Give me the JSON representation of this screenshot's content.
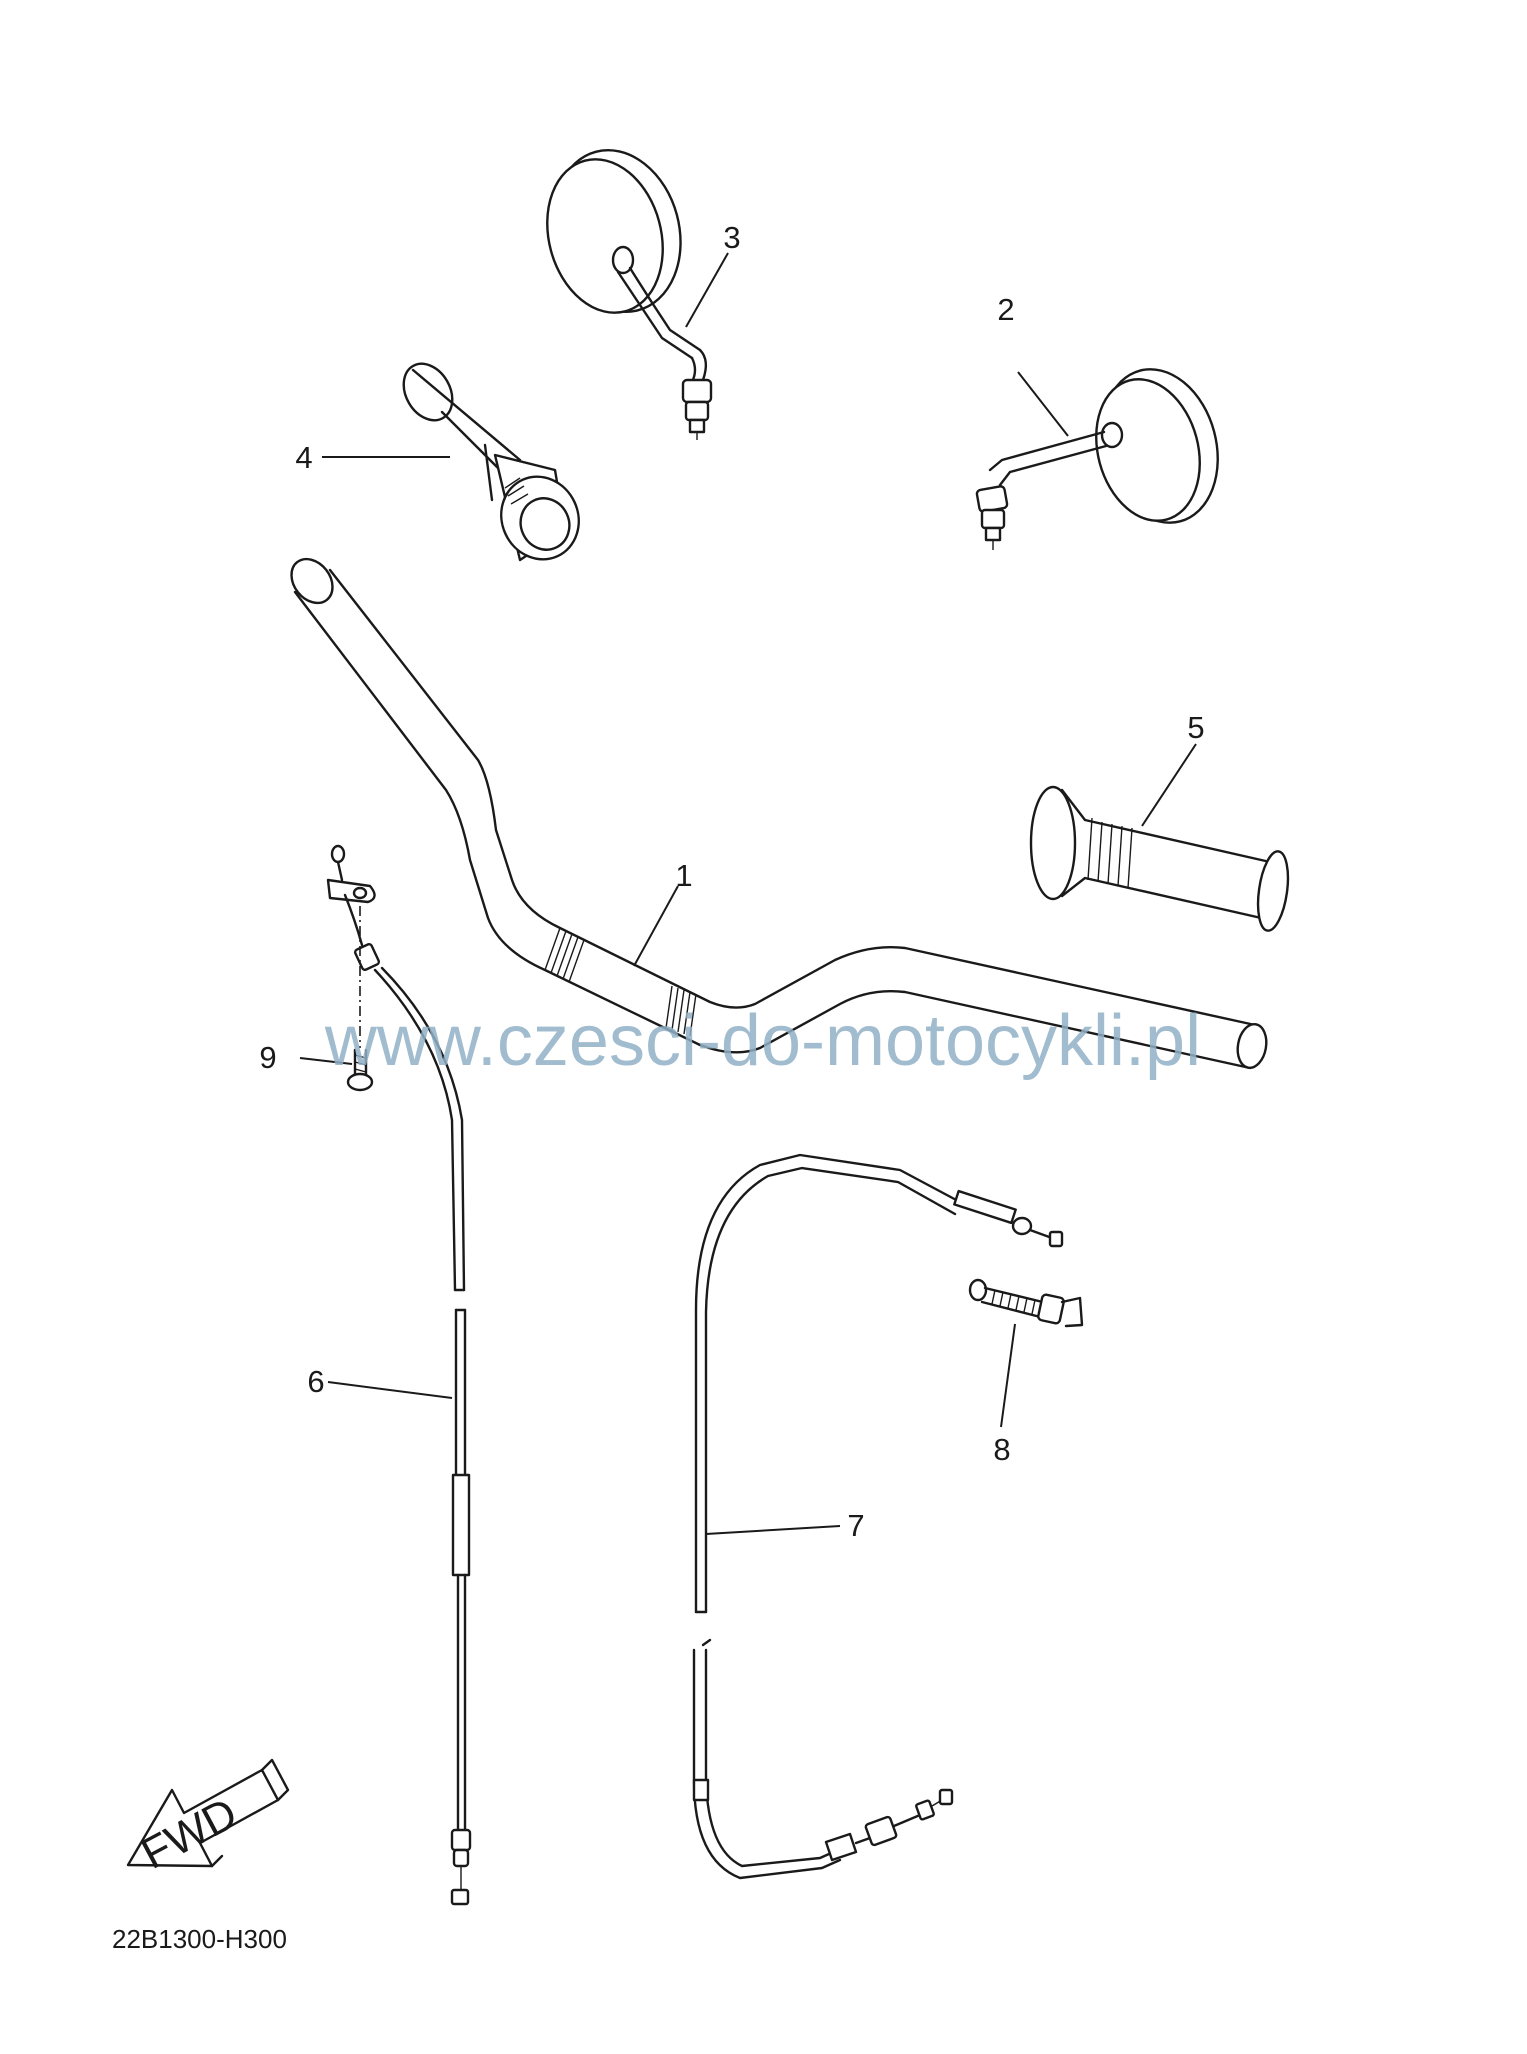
{
  "callouts": [
    {
      "num": "1",
      "part": "handlebar"
    },
    {
      "num": "2",
      "part": "mirror-right"
    },
    {
      "num": "3",
      "part": "mirror-left"
    },
    {
      "num": "4",
      "part": "throttle-grip"
    },
    {
      "num": "5",
      "part": "grip"
    },
    {
      "num": "6",
      "part": "throttle-cable"
    },
    {
      "num": "7",
      "part": "clutch-cable"
    },
    {
      "num": "8",
      "part": "adjuster"
    },
    {
      "num": "9",
      "part": "screw"
    }
  ],
  "watermark": "www.czesci-do-motocykli.pl",
  "direction_label": "FWD",
  "drawing_ref": "22B1300-H300",
  "colors": {
    "line": "#1a1a1a",
    "watermark": "#8fb0c6",
    "background": "#ffffff"
  }
}
